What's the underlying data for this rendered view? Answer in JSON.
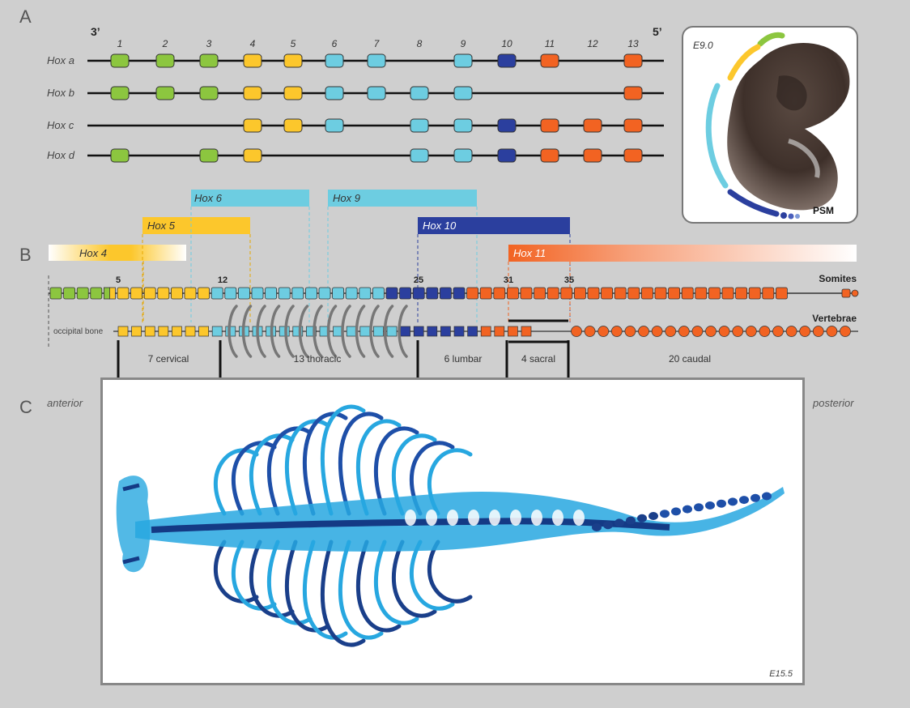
{
  "panels": {
    "a": "A",
    "b": "B",
    "c": "C"
  },
  "panel_a": {
    "end_3": "3’",
    "end_5": "5’",
    "columns": [
      "1",
      "2",
      "3",
      "4",
      "5",
      "6",
      "7",
      "8",
      "9",
      "10",
      "11",
      "12",
      "13"
    ],
    "rows": [
      {
        "label": "Hox a",
        "genes": [
          "1",
          "2",
          "3",
          "4",
          "5",
          "6",
          "7",
          "9",
          "10",
          "11",
          "13"
        ]
      },
      {
        "label": "Hox b",
        "genes": [
          "1",
          "2",
          "3",
          "4",
          "5",
          "6",
          "7",
          "8",
          "9",
          "13"
        ]
      },
      {
        "label": "Hox c",
        "genes": [
          "4",
          "5",
          "6",
          "8",
          "9",
          "10",
          "11",
          "12",
          "13"
        ]
      },
      {
        "label": "Hox d",
        "genes": [
          "1",
          "3",
          "4",
          "8",
          "9",
          "10",
          "11",
          "12",
          "13"
        ]
      }
    ],
    "gene_colors": {
      "1": "#8cc63f",
      "2": "#8cc63f",
      "3": "#8cc63f",
      "4": "#fcc72c",
      "5": "#fcc72c",
      "6": "#6dcde1",
      "7": "#6dcde1",
      "8": "#6dcde1",
      "9": "#6dcde1",
      "10": "#2b3f9e",
      "11": "#f26322",
      "12": "#f26322",
      "13": "#f26322"
    },
    "embryo": {
      "stage": "E9.0",
      "psm_label": "PSM"
    }
  },
  "panel_b": {
    "domains": [
      {
        "label": "Hox 4",
        "color": "#fcc72c",
        "style": "gradient-both"
      },
      {
        "label": "Hox 5",
        "color": "#fcc72c",
        "style": "solid"
      },
      {
        "label": "Hox 6",
        "color": "#6dcde1",
        "style": "solid"
      },
      {
        "label": "Hox 9",
        "color": "#6dcde1",
        "style": "solid"
      },
      {
        "label": "Hox 10",
        "color": "#2b3f9e",
        "style": "solid"
      },
      {
        "label": "Hox 11",
        "color": "#f26322",
        "style": "gradient-right"
      }
    ],
    "somite_markers": [
      "5",
      "12",
      "25",
      "31",
      "35"
    ],
    "somites_label": "Somites",
    "vertebrae_label": "Vertebrae",
    "occipital_label": "occipital bone",
    "regions": [
      {
        "label": "7 cervical"
      },
      {
        "label": "13 thoracic"
      },
      {
        "label": "6 lumbar"
      },
      {
        "label": "4 sacral"
      },
      {
        "label": "20 caudal"
      }
    ],
    "somite_counts": {
      "green": 4,
      "green_yellow": 1,
      "yellow": 7,
      "lightblue": 13,
      "darkblue": 6,
      "orange": 24
    }
  },
  "panel_c": {
    "anterior": "anterior",
    "posterior": "posterior",
    "stage": "E15.5"
  }
}
